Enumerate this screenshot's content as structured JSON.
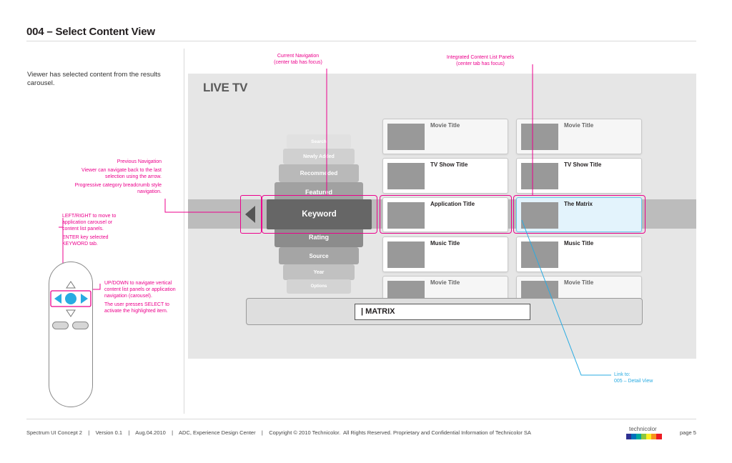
{
  "page": {
    "title": "004 – Select Content View",
    "intro": "Viewer has selected content from the results carousel."
  },
  "annotations": {
    "current_navigation": [
      "Current Navigation",
      "(center tab has focus)"
    ],
    "integrated_panels": [
      "Integrated Content List Panels",
      "(center tab has focus)"
    ],
    "previous_navigation": "Previous Navigation",
    "navigate_back": [
      "Viewer can navigate back to the last",
      "selection using the arrow."
    ],
    "breadcrumb": [
      "Progressive  category breadcrumb style",
      "navigation."
    ],
    "left_right": [
      "LEFT/RIGHT to move to",
      "application carousel or",
      "content list panels."
    ],
    "enter_key": [
      "ENTER key selected",
      "KEYWORD tab."
    ],
    "up_down": [
      "UP/DOWN to navigate vertical",
      "content list panels or application",
      "navigation (carousel)."
    ],
    "select": [
      "The user presses SELECT to",
      "activate the highlighted item."
    ],
    "link": [
      "Link to:",
      "005 – Detail View"
    ]
  },
  "screen": {
    "header": "LIVE TV",
    "carousel": [
      "Search",
      "Newly Added",
      "Recommeded",
      "Featured",
      "Keyword",
      "Rating",
      "Source",
      "Year",
      "Options"
    ],
    "selected_tab": "Keyword",
    "left_column": [
      "Movie Title",
      "TV Show Title",
      "Application Title",
      "Music Title",
      "Movie Title"
    ],
    "right_column": [
      "Movie Title",
      "TV Show Title",
      "The Matrix",
      "Music Title",
      "Movie Title"
    ],
    "search_text": "| MATRIX"
  },
  "footer": {
    "text": "Spectrum UI Concept 2    |    Version 0.1    |    Aug.04.2010    |    ADC, Experience Design Center    |    Copyright © 2010 Technicolor.  All Rights Reserved. Proprietary and Confidential Information of Technicolor SA",
    "logo": "technicolor",
    "page": "page 5"
  },
  "colors": {
    "annotation": "#ec008c",
    "link": "#29abe2",
    "selected_panel": "#e3f3fc",
    "screen_bg": "#e6e6e6"
  }
}
